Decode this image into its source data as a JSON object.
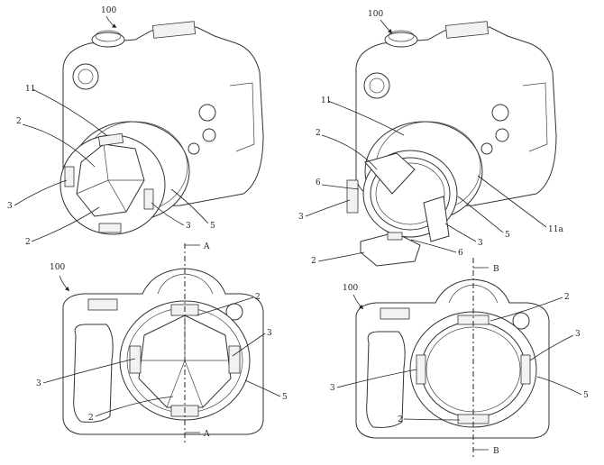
{
  "figure_labels": {
    "tl_ref": "100",
    "tl_11": "11",
    "tl_2a": "2",
    "tl_3a": "3",
    "tl_2b": "2",
    "tl_3b": "3",
    "tl_5": "5",
    "tr_ref": "100",
    "tr_11": "11",
    "tr_2a": "2",
    "tr_6a": "6",
    "tr_3a": "3",
    "tr_2b": "2",
    "tr_3b": "3",
    "tr_5": "5",
    "tr_11a": "11a",
    "tr_6b": "6",
    "bl_ref": "100",
    "bl_2a": "2",
    "bl_3a": "3",
    "bl_3b": "3",
    "bl_5": "5",
    "bl_2b": "2",
    "bl_A_top": "A",
    "bl_A_bot": "A",
    "br_ref": "100",
    "br_2a": "2",
    "br_3a": "3",
    "br_3b": "3",
    "br_5": "5",
    "br_2b": "2",
    "br_B_top": "B",
    "br_B_bot": "B"
  },
  "colors": {
    "line": "#333333",
    "background": "#ffffff"
  }
}
